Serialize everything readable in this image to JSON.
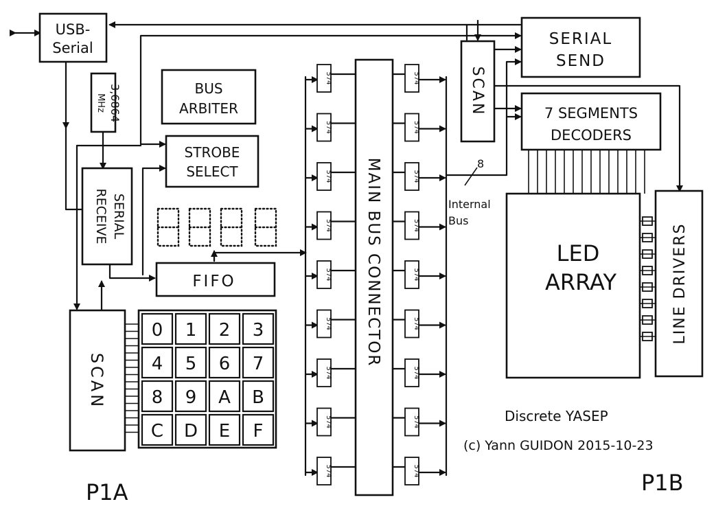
{
  "blocks": {
    "usb_serial": [
      "USB-",
      "Serial"
    ],
    "crystal": [
      "3,6864",
      "MHz"
    ],
    "bus_arbiter": [
      "BUS",
      "ARBITER"
    ],
    "strobe_select": [
      "STROBE",
      "SELECT"
    ],
    "serial_receive": [
      "SERIAL",
      "RECEIVE"
    ],
    "fifo": "FIFO",
    "scan_left": "SCAN",
    "main_bus": "MAIN BUS CONNECTOR",
    "scan_top": "SCAN",
    "serial_send": [
      "SERIAL",
      "SEND"
    ],
    "seg_decoders": [
      "7 SEGMENTS",
      "DECODERS"
    ],
    "led_array": [
      "LED",
      "ARRAY"
    ],
    "line_drivers": "LINE DRIVERS"
  },
  "latch_label": "574",
  "keypad": [
    [
      "0",
      "1",
      "2",
      "3"
    ],
    [
      "4",
      "5",
      "6",
      "7"
    ],
    [
      "8",
      "9",
      "A",
      "B"
    ],
    [
      "C",
      "D",
      "E",
      "F"
    ]
  ],
  "bus_width": "8",
  "internal_bus": [
    "Internal",
    "Bus"
  ],
  "credit": [
    "Discrete YASEP",
    "(c) Yann GUIDON  2015-10-23"
  ],
  "page_labels": {
    "left": "P1A",
    "right": "P1B"
  }
}
